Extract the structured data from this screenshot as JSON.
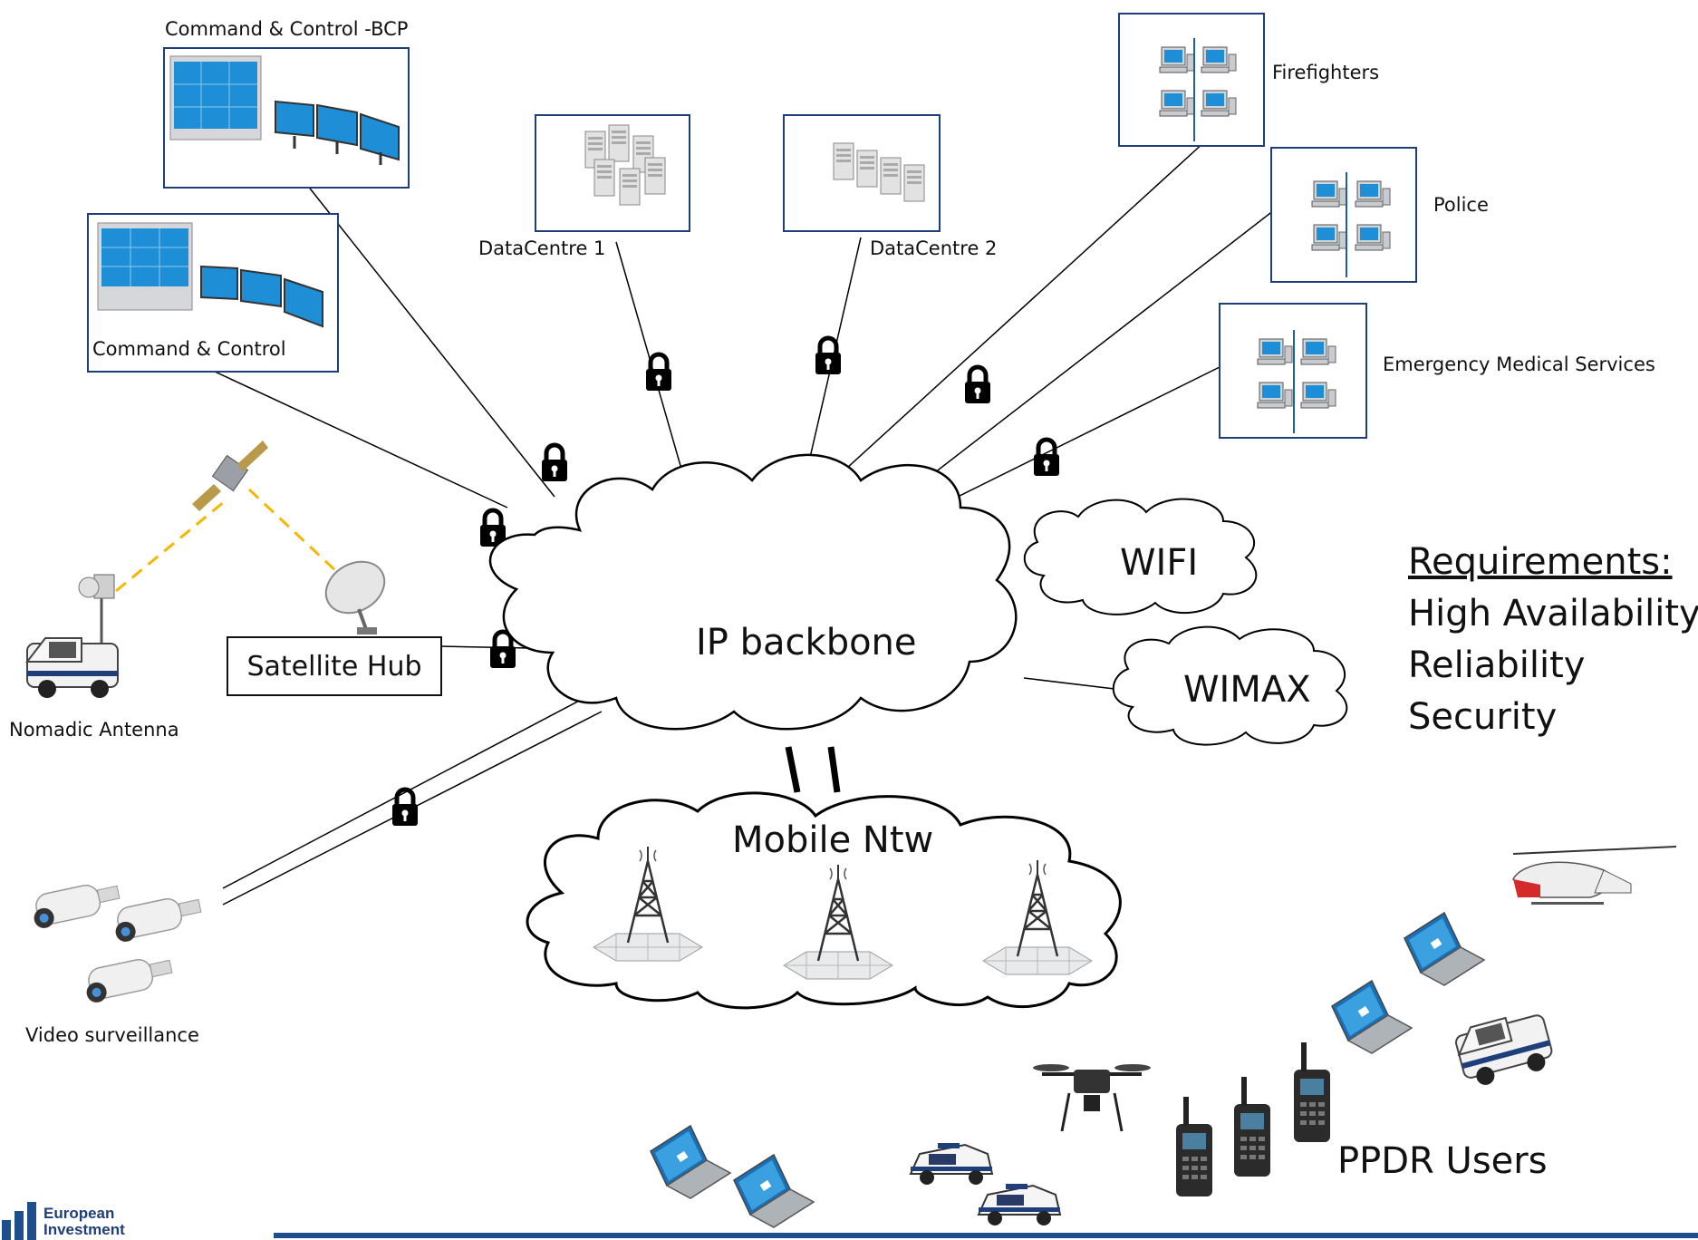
{
  "nodes": {
    "cc_bcp": "Command & Control -BCP",
    "cc": "Command & Control",
    "dc1": "DataCentre 1",
    "dc2": "DataCentre 2",
    "firefighters": "Firefighters",
    "police": "Police",
    "ems": "Emergency Medical Services",
    "satellite_hub": "Satellite Hub",
    "nomadic": "Nomadic Antenna",
    "video": "Video surveillance"
  },
  "clouds": {
    "ip": "IP backbone",
    "wifi": "WIFI",
    "wimax": "WIMAX",
    "mobile": "Mobile Ntw"
  },
  "requirements": {
    "heading": "Requirements:",
    "items": [
      "High Availability",
      "Reliability",
      "Security"
    ]
  },
  "users_label": "PPDR Users",
  "logo": {
    "line1": "European",
    "line2": "Investment"
  },
  "colors": {
    "box_border": "#1f3f7a",
    "screen": "#1e8fd6",
    "link_dashed": "#f5b800",
    "footer_bar": "#1f4e8c"
  }
}
